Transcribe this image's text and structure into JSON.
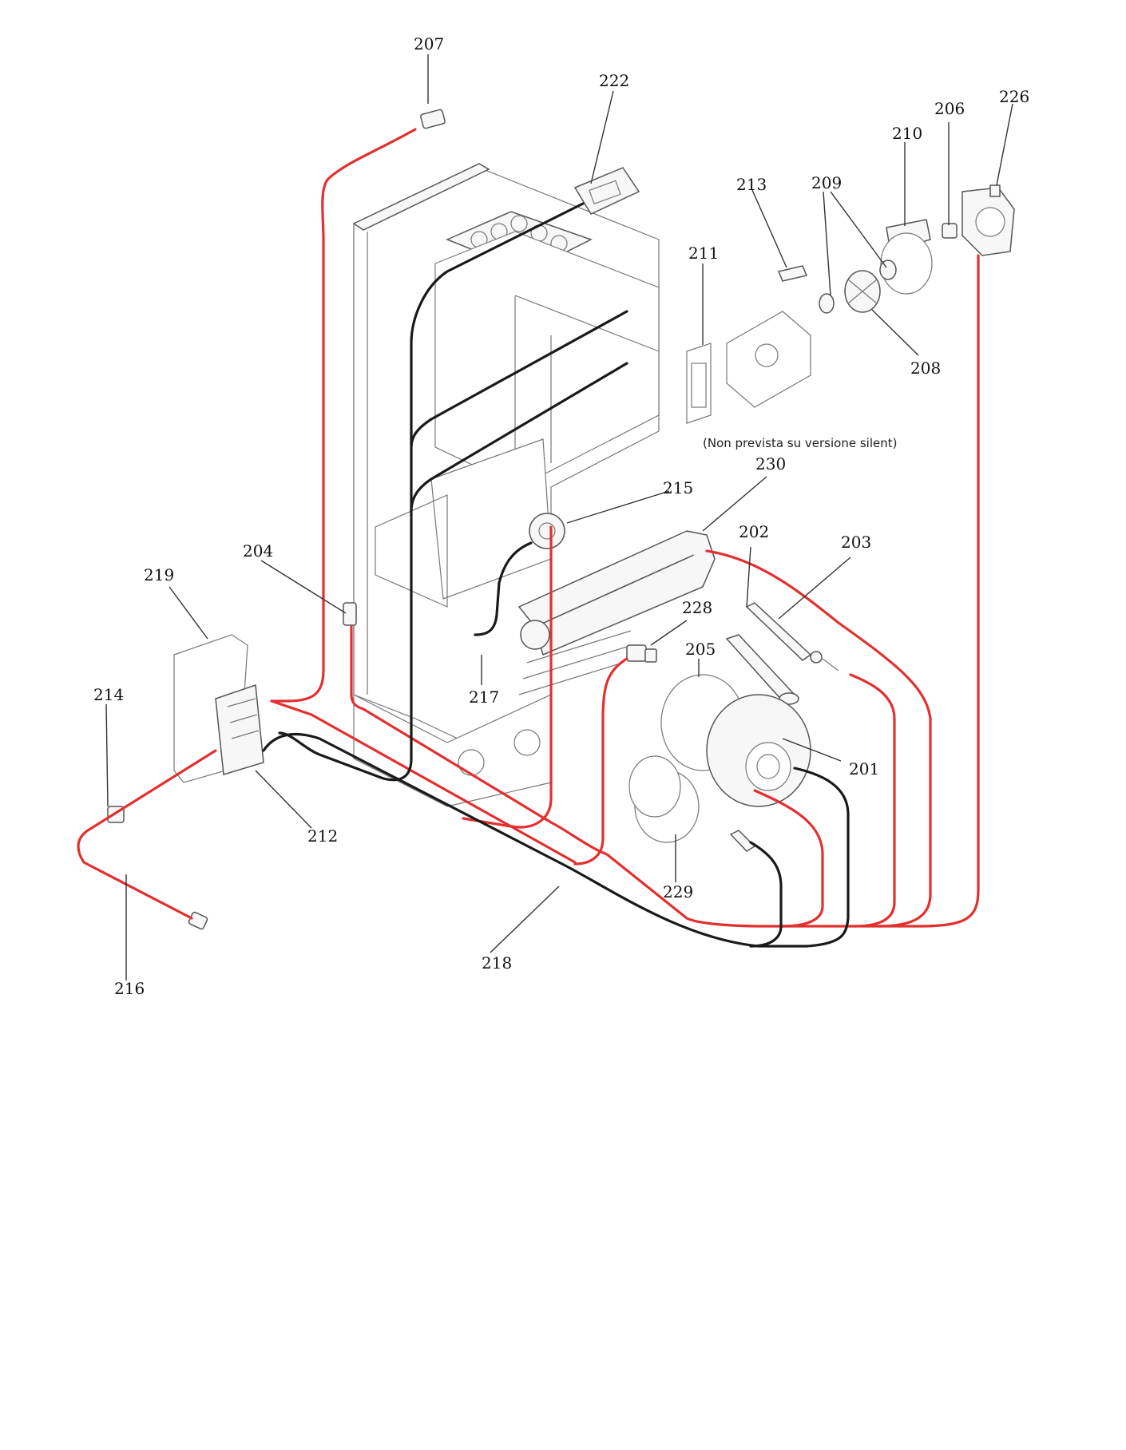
{
  "diagram": {
    "note": "(Non prevista su versione silent)",
    "callouts": {
      "c207": "207",
      "c222": "222",
      "c226": "226",
      "c206": "206",
      "c210": "210",
      "c213": "213",
      "c209": "209",
      "c211": "211",
      "c208": "208",
      "c215": "215",
      "c230": "230",
      "c202": "202",
      "c203": "203",
      "c204": "204",
      "c219": "219",
      "c228": "228",
      "c205": "205",
      "c214": "214",
      "c217": "217",
      "c201": "201",
      "c212": "212",
      "c229": "229",
      "c218": "218",
      "c216": "216"
    },
    "wire_colors": {
      "red": "#e23030",
      "black": "#1a1a1a"
    }
  }
}
